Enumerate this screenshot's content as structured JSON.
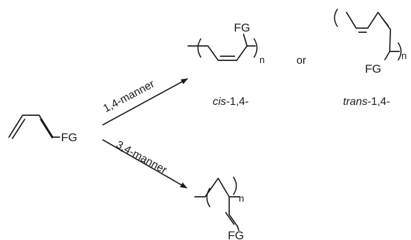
{
  "reactant": {
    "group": "FG"
  },
  "arrows": {
    "top": {
      "label": "1,4-manner"
    },
    "bottom": {
      "label": "3,4-manner"
    }
  },
  "products": {
    "cis": {
      "group": "FG",
      "subscript": "n",
      "prefix": "cis",
      "suffix": "-1,4-"
    },
    "or": "or",
    "trans": {
      "group": "FG",
      "subscript": "n",
      "prefix": "trans",
      "suffix": "-1,4-"
    },
    "vinyl": {
      "group": "FG",
      "subscript": "n"
    }
  },
  "colors": {
    "ink": "#1a1a1a",
    "background": "#ffffff"
  }
}
